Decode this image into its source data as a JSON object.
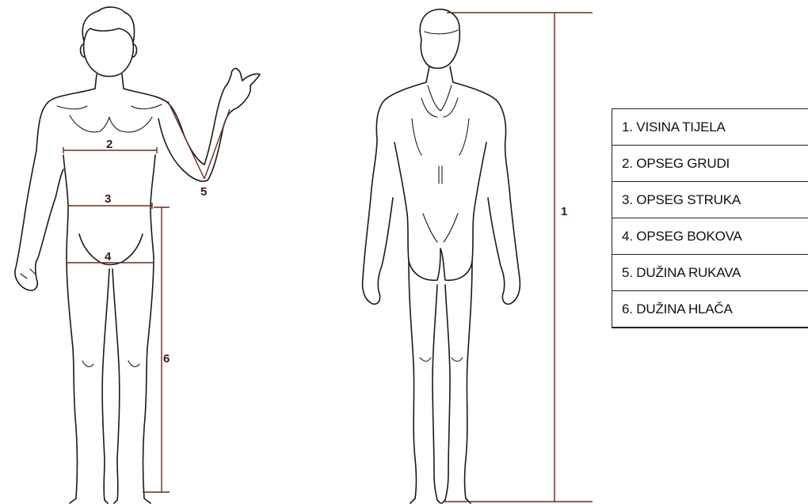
{
  "figure": {
    "front_labels": [
      "2",
      "3",
      "4",
      "5",
      "6"
    ],
    "back_label": "1",
    "measure_color": "#6b2a22"
  },
  "legend": {
    "items": [
      "1. VISINA TIJELA",
      "2. OPSEG GRUDI",
      "3. OPSEG STRUKA",
      "4. OPSEG BOKOVA",
      "5. DUŽINA RUKAVA",
      "6. DUŽINA HLAČA"
    ]
  }
}
